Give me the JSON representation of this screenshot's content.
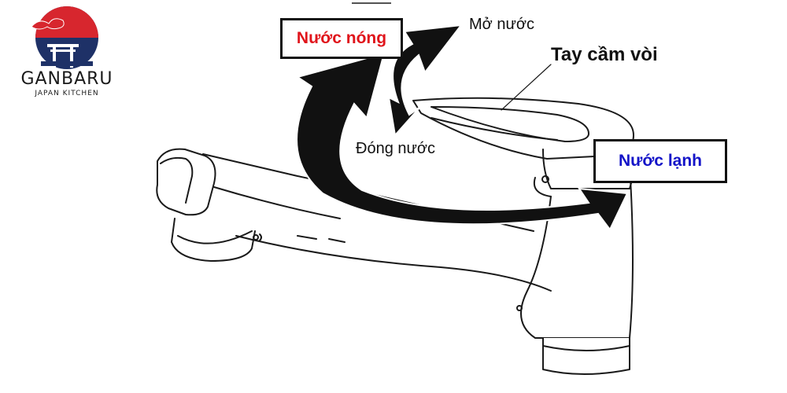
{
  "brand": {
    "name": "GANBARU",
    "subtitle": "JAPAN KITCHEN",
    "logo_colors": {
      "red": "#d7262e",
      "navy": "#1e3167"
    }
  },
  "labels": {
    "hot_water": "Nước nóng",
    "open_water": "Mở nước",
    "handle": "Tay cầm vòi",
    "close_water": "Đóng nước",
    "cold_water": "Nước lạnh"
  },
  "colors": {
    "hot": "#e0141b",
    "cold": "#1414c8",
    "arrow": "#111111",
    "outline": "#1a1a1a"
  }
}
